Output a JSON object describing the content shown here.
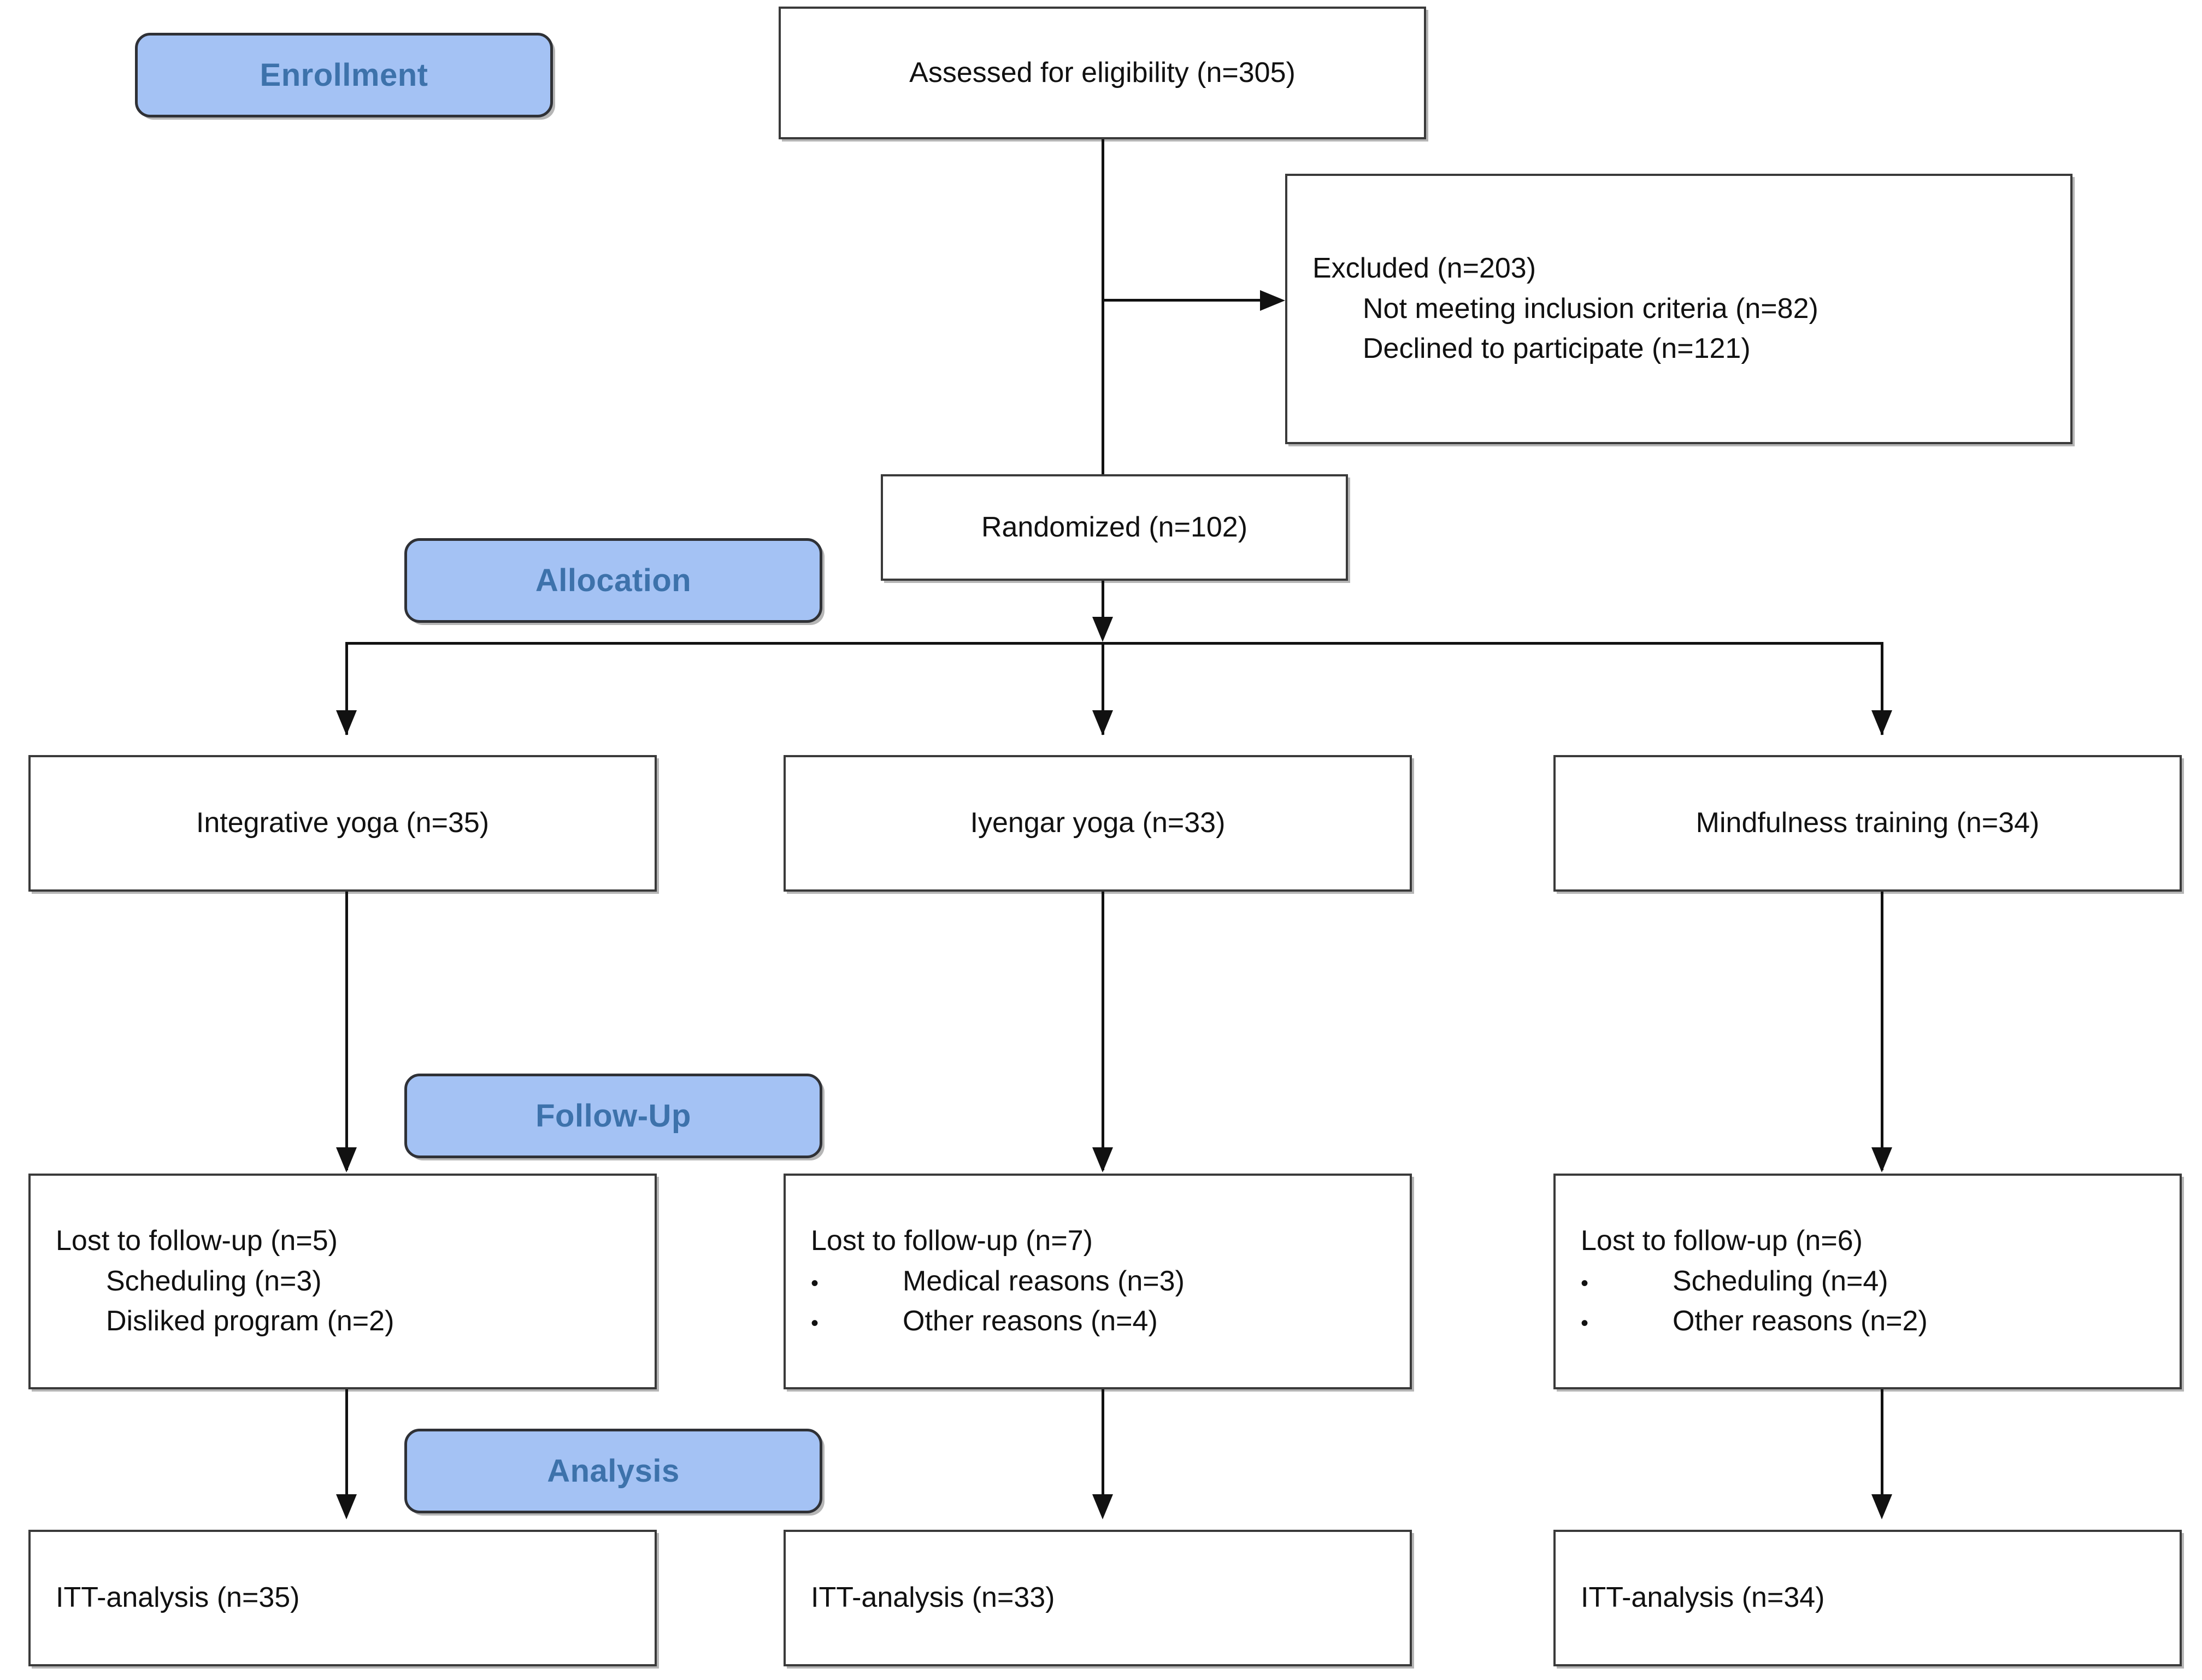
{
  "diagram": {
    "type": "CONSORT participant flow diagram",
    "stages": [
      {
        "key": "enrollment",
        "label": "Enrollment"
      },
      {
        "key": "allocation",
        "label": "Allocation"
      },
      {
        "key": "followup",
        "label": "Follow-Up"
      },
      {
        "key": "analysis",
        "label": "Analysis"
      }
    ],
    "enrollment": {
      "assessed": {
        "title": "Assessed for eligibility (n=305)"
      },
      "excluded": {
        "title": "Excluded (n=203)",
        "reasons": [
          {
            "bullet": "",
            "text": "Not meeting inclusion criteria (n=82)"
          },
          {
            "bullet": "",
            "text": "Declined to participate (n=121)"
          }
        ]
      },
      "randomized": {
        "title": "Randomized (n=102)"
      }
    },
    "arms": [
      {
        "key": "integrative-yoga",
        "allocation": "Integrative yoga (n=35)",
        "followup": {
          "title": "Lost to follow-up (n=5)",
          "has_bullets": false,
          "reasons": [
            {
              "bullet": "",
              "text": "Scheduling (n=3)"
            },
            {
              "bullet": "",
              "text": "Disliked program (n=2)"
            }
          ]
        },
        "analysis": "ITT-analysis (n=35)"
      },
      {
        "key": "iyengar-yoga",
        "allocation": "Iyengar yoga (n=33)",
        "followup": {
          "title": "Lost to follow-up (n=7)",
          "has_bullets": true,
          "reasons": [
            {
              "bullet": "•",
              "text": "Medical reasons (n=3)"
            },
            {
              "bullet": "•",
              "text": "Other reasons (n=4)"
            }
          ]
        },
        "analysis": "ITT-analysis (n=33)"
      },
      {
        "key": "mindfulness-training",
        "allocation": "Mindfulness training (n=34)",
        "followup": {
          "title": "Lost to follow-up (n=6)",
          "has_bullets": true,
          "reasons": [
            {
              "bullet": "•",
              "text": "Scheduling (n=4)"
            },
            {
              "bullet": "•",
              "text": "Other reasons (n=2)"
            }
          ]
        },
        "analysis": "ITT-analysis (n=34)"
      }
    ],
    "colors": {
      "stage_fill": "#a4c2f4",
      "stage_text": "#3d72ab",
      "stage_border": "#2f3136",
      "box_border": "#3a3a3a",
      "box_fill": "#ffffff",
      "connector": "#111111",
      "text": "#111111"
    }
  }
}
